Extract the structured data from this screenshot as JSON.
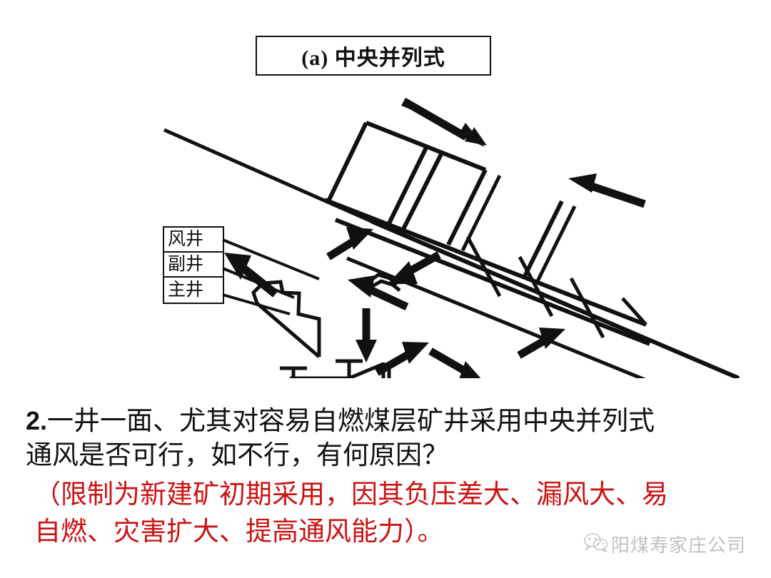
{
  "title": {
    "label": "(a)  中央并列式"
  },
  "legend": {
    "items": [
      {
        "label": "风井"
      },
      {
        "label": "副井"
      },
      {
        "label": "主井"
      }
    ]
  },
  "question": {
    "number": "2.",
    "lines": [
      "一井一面、尤其对容易自燃煤层矿井采用中央并列式",
      "通风是否可行，如不行，有何原因？"
    ]
  },
  "answer": {
    "color": "#cc1111",
    "lines": [
      "（限制为新建矿初期采用，因其负压差大、漏风大、易",
      "自燃、灾害扩大、提高通风能力）。"
    ]
  },
  "watermark": {
    "text": "阳煤寿家庄公司",
    "logo": "wechat-icon"
  },
  "diagram": {
    "name": "central-parallel-ventilation-schematic",
    "description": "中央并列式矿井通风系统立体示意图",
    "stroke_color": "#111111",
    "airflow_arrows": 10,
    "shafts": [
      "风井",
      "副井",
      "主井"
    ]
  }
}
